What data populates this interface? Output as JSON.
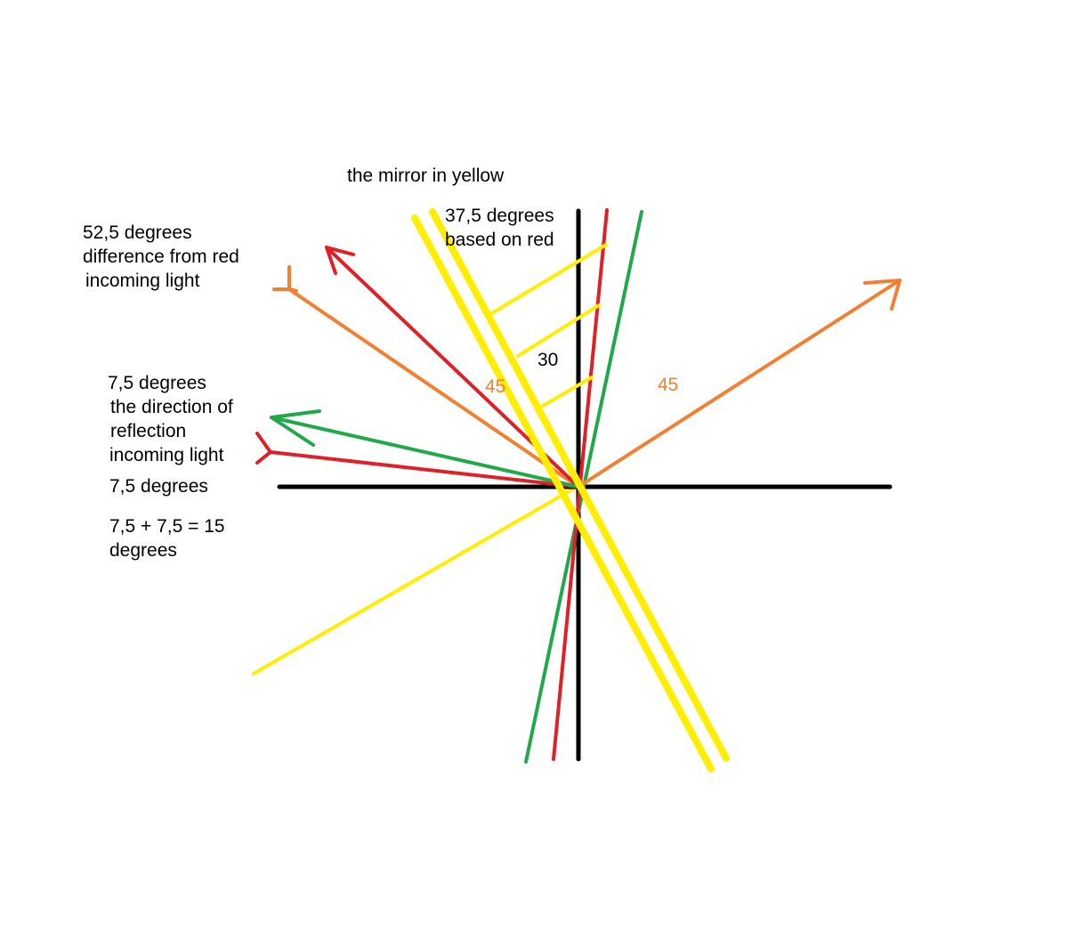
{
  "colors": {
    "axes": "#000000",
    "mirror": "#ffee00",
    "red": "#e01f26",
    "green": "#20a84a",
    "orange": "#f28030"
  },
  "labels": {
    "mirror_caption": "the mirror in yellow",
    "mirror_angle": [
      "37,5 degrees",
      "based on red"
    ],
    "upper_left": [
      "52,5 degrees",
      "difference from red",
      "incoming light"
    ],
    "reflection": [
      "7,5 degrees",
      "the direction of",
      "reflection",
      "incoming light"
    ],
    "lower_angle": "7,5 degrees",
    "sum": [
      "7,5 + 7,5 = 15",
      "degrees"
    ],
    "angle_30": "30",
    "angle_45_left": "45",
    "angle_45_right": "45"
  }
}
